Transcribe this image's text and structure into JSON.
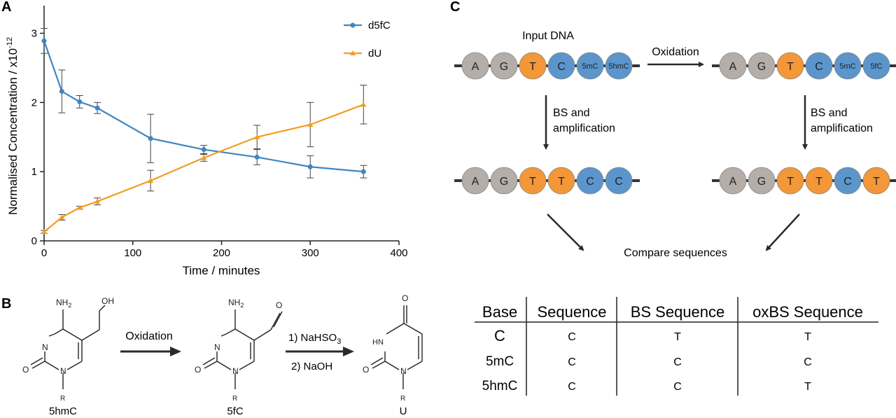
{
  "panels": {
    "a": "A",
    "b": "B",
    "c": "C"
  },
  "chart_data": {
    "type": "line",
    "xlabel": "Time / minutes",
    "ylabel_main": "Normalised Concentration / x10",
    "ylabel_exp": "-12",
    "xlim": [
      0,
      400
    ],
    "ylim": [
      0,
      3.4
    ],
    "xticks": [
      0,
      100,
      200,
      300,
      400
    ],
    "yticks": [
      0,
      1,
      2,
      3
    ],
    "legend_position": "top-right",
    "series": [
      {
        "name": "d5fC",
        "color": "#3e86c2",
        "marker": "circle",
        "x": [
          0,
          20,
          40,
          60,
          120,
          180,
          240,
          300,
          360
        ],
        "y": [
          2.89,
          2.16,
          2.01,
          1.92,
          1.48,
          1.32,
          1.21,
          1.07,
          1.0
        ],
        "err": [
          0.18,
          0.31,
          0.09,
          0.08,
          0.35,
          0.06,
          0.11,
          0.16,
          0.09
        ]
      },
      {
        "name": "dU",
        "color": "#f39c1f",
        "marker": "triangle",
        "x": [
          0,
          20,
          40,
          60,
          120,
          180,
          240,
          300,
          360
        ],
        "y": [
          0.13,
          0.34,
          0.48,
          0.57,
          0.87,
          1.2,
          1.5,
          1.68,
          1.97
        ],
        "err": [
          0.02,
          0.04,
          0.02,
          0.05,
          0.15,
          0.05,
          0.17,
          0.32,
          0.28
        ]
      }
    ]
  },
  "colors": {
    "gray_base": "#b5ada8",
    "orange_base": "#f39738",
    "blue_base": "#5b95cc",
    "arrow": "#2a2a2a"
  },
  "panel_b": {
    "mol1_caption": "5hmC",
    "mol2_caption": "5fC",
    "mol3_caption": "U",
    "step1": "Oxidation",
    "step2_line1_prefix": "1) NaHSO",
    "step2_line1_sub": "3",
    "step2_line2": "2) NaOH",
    "nh2": "NH",
    "nh2_sub": "2",
    "oh": "OH",
    "o": "O",
    "n": "N",
    "hn": "HN",
    "r": "R"
  },
  "panel_c": {
    "input_label": "Input DNA",
    "oxidation_label": "Oxidation",
    "bs_label_line1": "BS and",
    "bs_label_line2": "amplification",
    "compare_label": "Compare sequences",
    "strand_input": [
      "A",
      "G",
      "T",
      "C",
      "5mC",
      "5hmC"
    ],
    "strand_oxidized": [
      "A",
      "G",
      "T",
      "C",
      "5mC",
      "5fC"
    ],
    "strand_bs": [
      "A",
      "G",
      "T",
      "T",
      "C",
      "C"
    ],
    "strand_oxbs": [
      "A",
      "G",
      "T",
      "T",
      "C",
      "T"
    ],
    "strand_input_colors": [
      "gray",
      "gray",
      "orange",
      "blue",
      "blue",
      "blue"
    ],
    "strand_oxidized_colors": [
      "gray",
      "gray",
      "orange",
      "blue",
      "blue",
      "blue"
    ],
    "strand_bs_colors": [
      "gray",
      "gray",
      "orange",
      "orange",
      "blue",
      "blue"
    ],
    "strand_oxbs_colors": [
      "gray",
      "gray",
      "orange",
      "orange",
      "blue",
      "orange"
    ],
    "table": {
      "headers": [
        "Base",
        "Sequence",
        "BS Sequence",
        "oxBS Sequence"
      ],
      "rows": [
        [
          "C",
          "C",
          "T",
          "T"
        ],
        [
          "5mC",
          "C",
          "C",
          "C"
        ],
        [
          "5hmC",
          "C",
          "C",
          "T"
        ]
      ]
    }
  }
}
